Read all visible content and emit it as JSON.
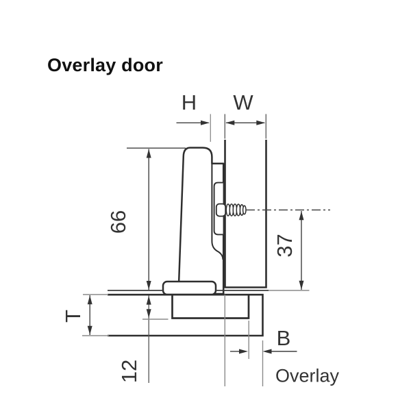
{
  "title": "Overlay door",
  "labels": {
    "h": "H",
    "w": "W",
    "arm_height": "66",
    "screw_axis_to_door": "37",
    "door_thickness": "T",
    "cup_depth": "12",
    "drilling_distance": "B",
    "overlay": "Overlay"
  },
  "colors": {
    "outline": "#2e2e2e",
    "dimension": "#3f3f3f",
    "extension": "#8a8a8a",
    "text": "#333333",
    "background": "#ffffff"
  }
}
